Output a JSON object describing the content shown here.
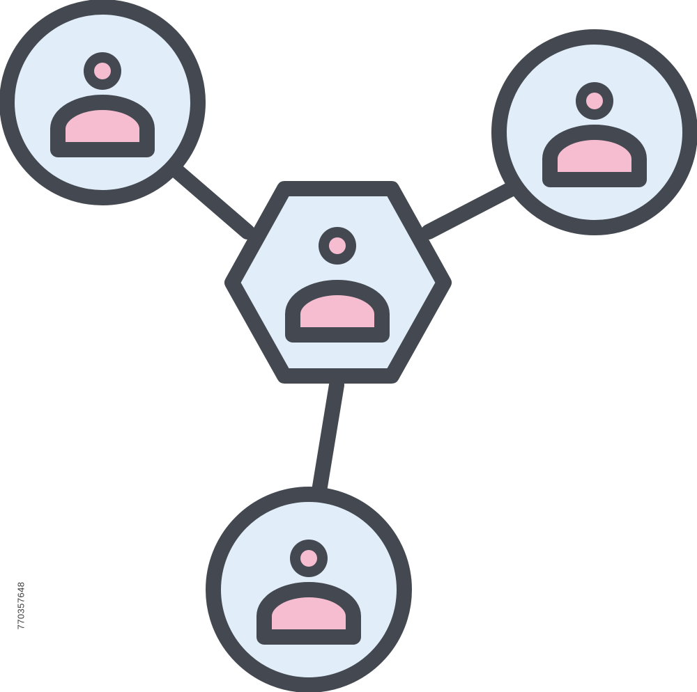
{
  "diagram": {
    "type": "network-icon",
    "colors": {
      "stroke": "#444850",
      "node_fill": "#e1eef9",
      "person_fill": "#f6bcd0",
      "background": "#ffffff"
    },
    "hub": {
      "shape": "hexagon",
      "icon": "user-icon"
    },
    "nodes": [
      {
        "id": "top-left",
        "shape": "circle",
        "icon": "user-icon"
      },
      {
        "id": "top-right",
        "shape": "circle",
        "icon": "user-icon"
      },
      {
        "id": "bottom",
        "shape": "circle",
        "icon": "user-icon"
      }
    ],
    "edges": [
      {
        "from": "hub",
        "to": "top-left"
      },
      {
        "from": "hub",
        "to": "top-right"
      },
      {
        "from": "hub",
        "to": "bottom"
      }
    ]
  },
  "stock_id": "770357648"
}
